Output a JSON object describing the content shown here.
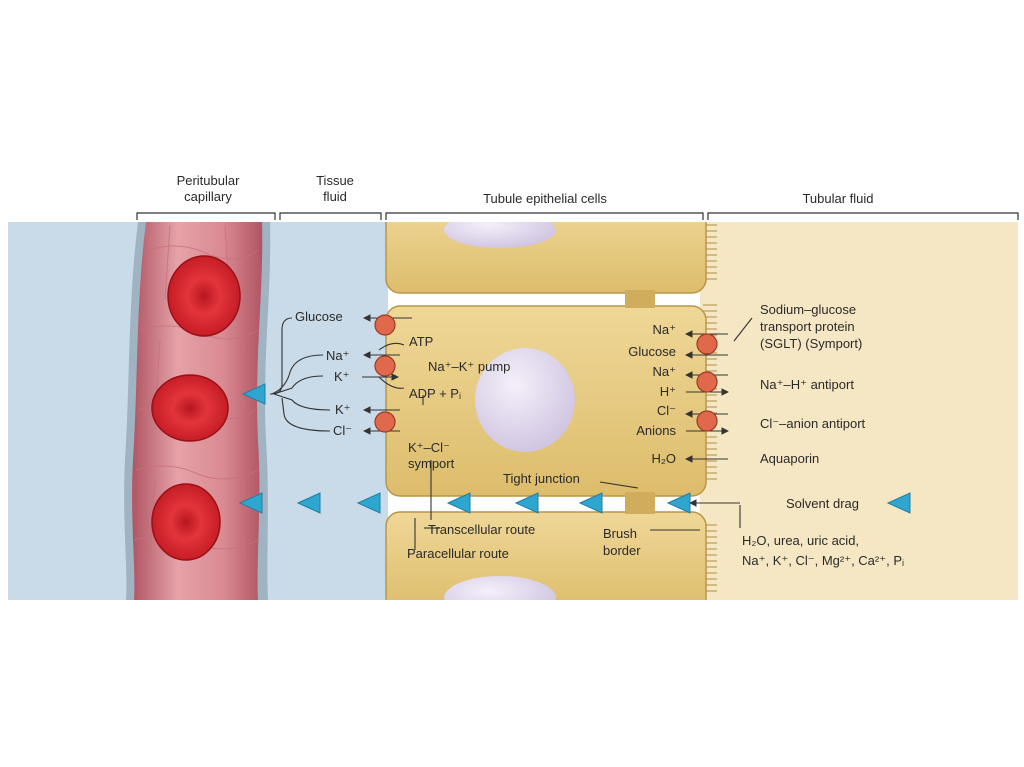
{
  "regions": {
    "capillary": [
      "Peritubular",
      "capillary"
    ],
    "tissue": [
      "Tissue",
      "fluid"
    ],
    "epithelial": "Tubule epithelial cells",
    "tubular": "Tubular fluid"
  },
  "basolateral": {
    "glucose": "Glucose",
    "atp": "ATP",
    "na": "Na⁺",
    "pump": "Na⁺–K⁺ pump",
    "k_in": "K⁺",
    "adp": "ADP + Pᵢ",
    "k_out": "K⁺",
    "cl": "Cl⁻",
    "kcl": [
      "K⁺–Cl⁻",
      "symport"
    ]
  },
  "apical": {
    "na1": "Na⁺",
    "glucose": "Glucose",
    "na2": "Na⁺",
    "h": "H⁺",
    "cl": "Cl⁻",
    "anions": "Anions",
    "h2o": "H₂O"
  },
  "transporters": {
    "sglt": [
      "Sodium–glucose",
      "transport protein",
      "(SGLT) (Symport)"
    ],
    "nah": "Na⁺–H⁺ antiport",
    "clanion": "Cl⁻–anion antiport",
    "aquaporin": "Aquaporin"
  },
  "routes": {
    "tight_junction": "Tight junction",
    "transcellular": "Transcellular route",
    "paracellular": "Paracellular route",
    "brush": [
      "Brush",
      "border"
    ],
    "solvent_drag": "Solvent drag",
    "solutes": [
      "H₂O, urea, uric acid,",
      "Na⁺, K⁺, Cl⁻, Mg²⁺, Ca²⁺, Pᵢ"
    ]
  },
  "colors": {
    "tissue_fluid": "#c9dbe9",
    "tubular_fluid": "#f6e7c4",
    "cell": "#e5c77b",
    "nucleus": "#ddd4ea",
    "capillary": "#d98a92",
    "rbc": "#d9262f",
    "transporter": "#e0694c",
    "flow_arrow": "#2fa6cf"
  },
  "icons": [
    "transporter-circle",
    "flow-arrow-triangle",
    "red-blood-cell"
  ]
}
